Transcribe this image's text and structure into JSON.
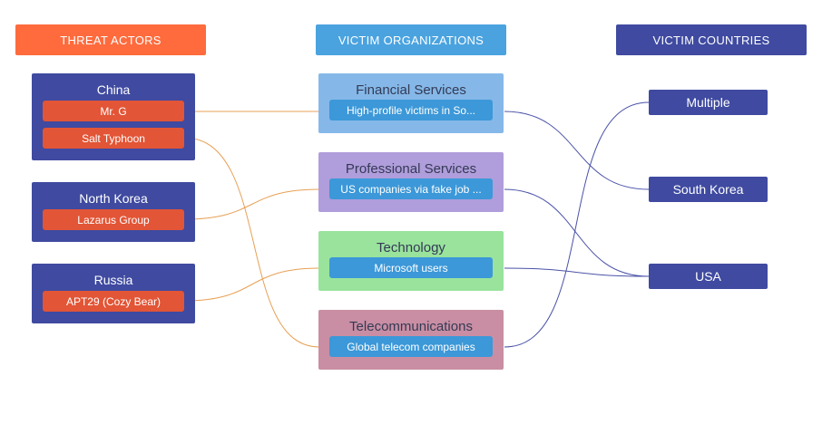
{
  "headers": {
    "actors": "THREAT ACTORS",
    "organizations": "VICTIM ORGANIZATIONS",
    "countries": "VICTIM COUNTRIES"
  },
  "actors": [
    {
      "name": "China",
      "groups": [
        "Mr. G",
        "Salt Typhoon"
      ]
    },
    {
      "name": "North Korea",
      "groups": [
        "Lazarus Group"
      ]
    },
    {
      "name": "Russia",
      "groups": [
        "APT29 (Cozy Bear)"
      ]
    }
  ],
  "organizations": [
    {
      "name": "Financial Services",
      "victim": "High-profile victims in So..."
    },
    {
      "name": "Professional Services",
      "victim": "US companies via fake job ..."
    },
    {
      "name": "Technology",
      "victim": "Microsoft users"
    },
    {
      "name": "Telecommunications",
      "victim": "Global telecom companies"
    }
  ],
  "countries": [
    "Multiple",
    "South Korea",
    "USA"
  ],
  "links": {
    "actor_to_org": [
      {
        "group": "Mr. G",
        "organization": "Financial Services"
      },
      {
        "group": "Salt Typhoon",
        "organization": "Telecommunications"
      },
      {
        "group": "Lazarus Group",
        "organization": "Professional Services"
      },
      {
        "group": "APT29 (Cozy Bear)",
        "organization": "Technology"
      }
    ],
    "org_to_country": [
      {
        "organization": "Financial Services",
        "country": "South Korea"
      },
      {
        "organization": "Professional Services",
        "country": "USA"
      },
      {
        "organization": "Technology",
        "country": "USA"
      },
      {
        "organization": "Telecommunications",
        "country": "Multiple"
      }
    ]
  },
  "colors": {
    "actors_header": "#ff6b3d",
    "organizations_header": "#4aa3df",
    "countries_header": "#3f4aa0",
    "actor_box": "#3f4aa0",
    "group_pill": "#e25536",
    "victim_pill": "#3c98d8",
    "financial": "#85b8e8",
    "professional": "#b09ddb",
    "technology": "#99e39d",
    "telecommunications": "#c98ea3",
    "actor_link": "#e8a055",
    "country_link": "#4a52a8"
  }
}
